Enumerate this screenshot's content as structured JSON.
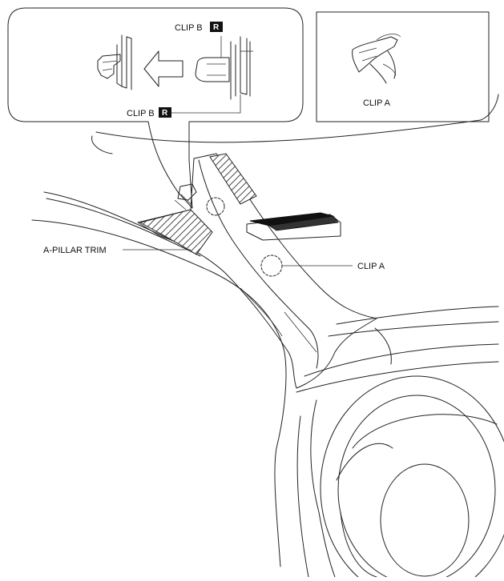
{
  "labels": {
    "clip_b_top": "CLIP B",
    "clip_b_bottom": "CLIP B",
    "replace_marker": "R",
    "clip_a_inset": "CLIP A",
    "clip_a_main": "CLIP A",
    "a_pillar_trim": "A-PILLAR TRIM"
  },
  "colors": {
    "line": "#222222",
    "marker_bg": "#111111",
    "marker_fg": "#ffffff"
  }
}
